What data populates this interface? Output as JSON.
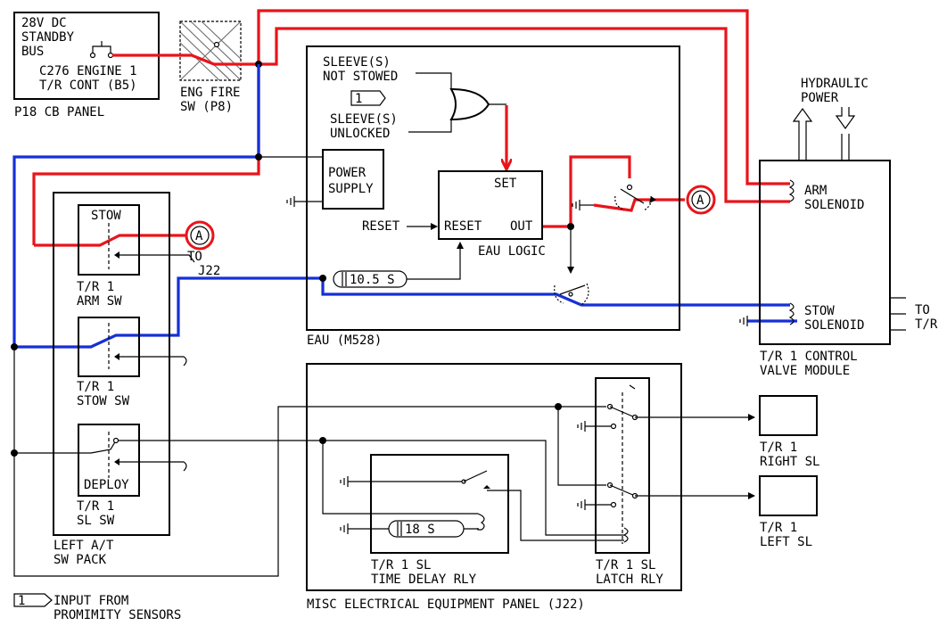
{
  "colors": {
    "power_path": "#e8141a",
    "stow_path": "#1530d6",
    "line": "#000000"
  },
  "cb_panel": {
    "line1": "28V DC",
    "line2": "STANDBY",
    "line3": "BUS",
    "line4": "C276 ENGINE 1",
    "line5": "T/R CONT (B5)",
    "label": "P18 CB PANEL"
  },
  "eng_fire_sw": {
    "line1": "ENG FIRE",
    "line2": "SW (P8)"
  },
  "eau": {
    "label": "EAU (M528)",
    "sleeve_not_stowed_1": "SLEEVE(S)",
    "sleeve_not_stowed_2": "NOT STOWED",
    "sleeve_unlocked_1": "SLEEVE(S)",
    "sleeve_unlocked_2": "UNLOCKED",
    "note_flag": "1",
    "power_supply_1": "POWER",
    "power_supply_2": "SUPPLY",
    "logic_set": "SET",
    "logic_reset": "RESET",
    "logic_out": "OUT",
    "logic_label": "EAU LOGIC",
    "reset_input": "RESET",
    "timer": "10.5 S"
  },
  "sw_pack": {
    "stow_label": "STOW",
    "arm_sw_1": "T/R 1",
    "arm_sw_2": "ARM SW",
    "to_j22_1": "TO",
    "to_j22_2": "J22",
    "stow_sw_1": "T/R 1",
    "stow_sw_2": "STOW SW",
    "deploy_label": "DEPLOY",
    "sl_sw_1": "T/R 1",
    "sl_sw_2": "SL SW",
    "label_1": "LEFT A/T",
    "label_2": "SW PACK"
  },
  "hydraulic": {
    "line1": "HYDRAULIC",
    "line2": "POWER"
  },
  "valve_module": {
    "arm_1": "ARM",
    "arm_2": "SOLENOID",
    "stow_1": "STOW",
    "stow_2": "SOLENOID",
    "to_1": "TO",
    "to_2": "T/R",
    "label_1": "T/R 1 CONTROL",
    "label_2": "VALVE MODULE"
  },
  "connector_label": "A",
  "misc_panel": {
    "label": "MISC ELECTRICAL EQUIPMENT PANEL (J22)",
    "timer": "18 S",
    "tdr_1": "T/R 1 SL",
    "tdr_2": "TIME DELAY RLY",
    "latch_1": "T/R 1 SL",
    "latch_2": "LATCH RLY"
  },
  "lights": {
    "right_1": "T/R 1",
    "right_2": "RIGHT SL",
    "left_1": "T/R 1",
    "left_2": "LEFT SL"
  },
  "note": {
    "flag": "1",
    "line1": "INPUT FROM",
    "line2": "PROMIMITY SENSORS"
  }
}
